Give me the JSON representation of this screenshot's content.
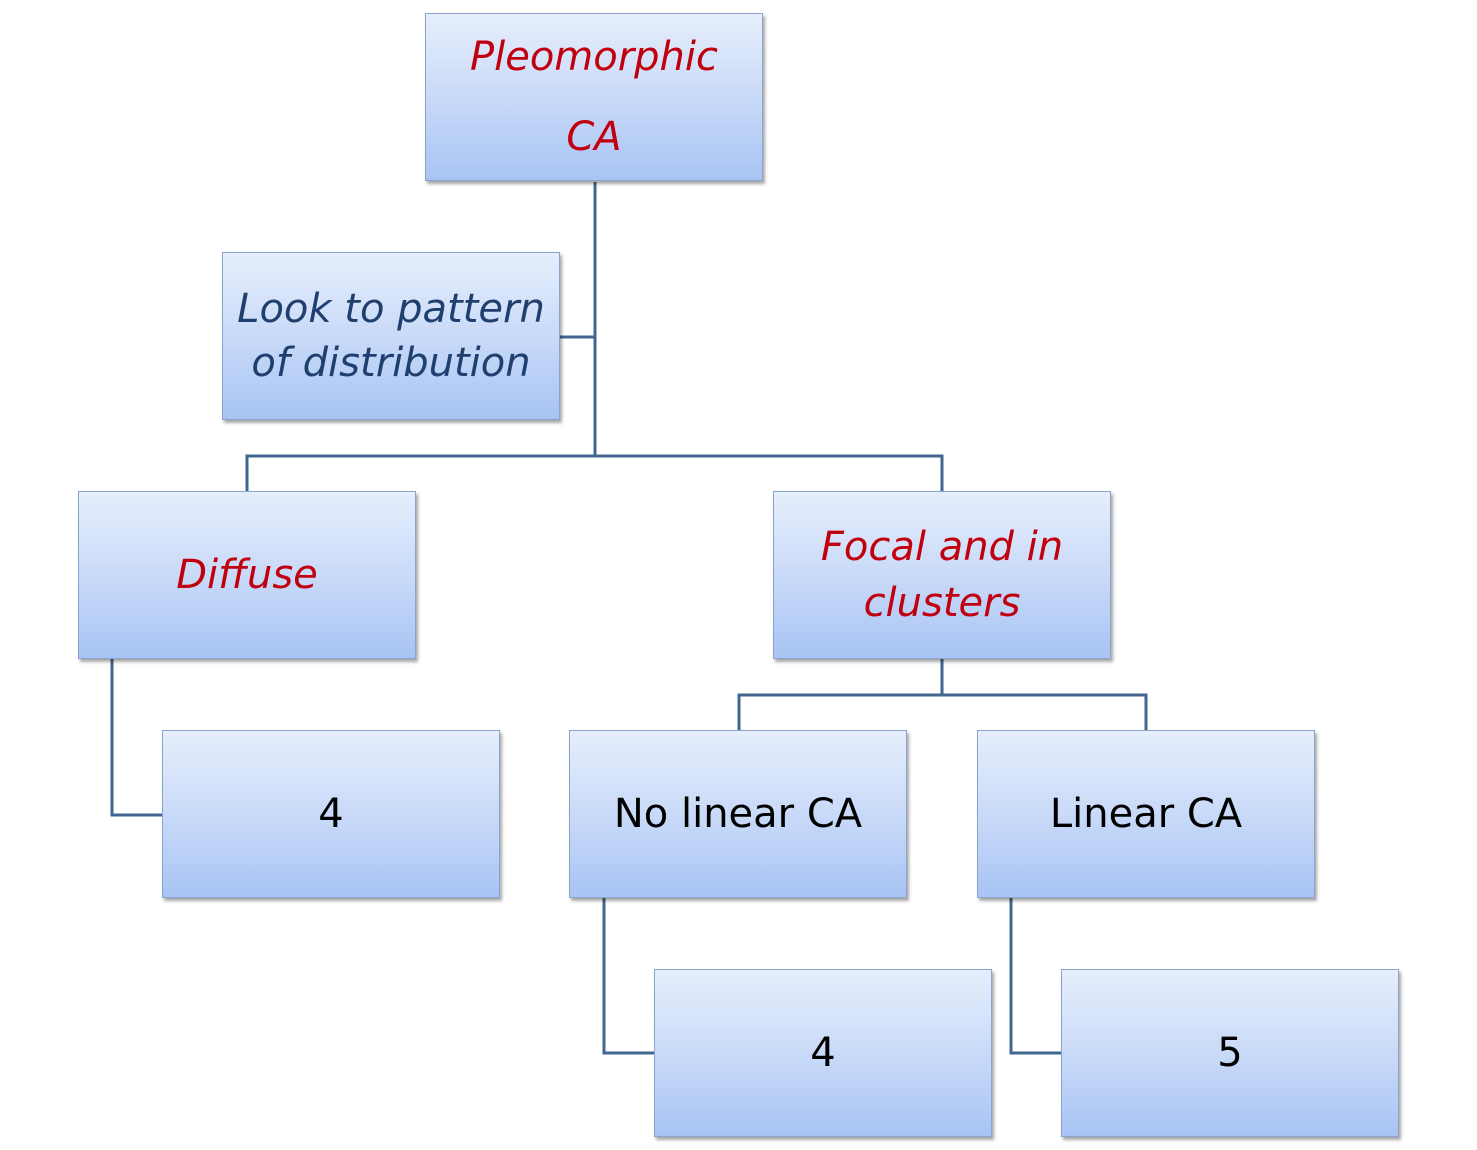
{
  "colors": {
    "connector": "#41668f",
    "red_text": "#c0000e",
    "blue_text": "#1f3f6e",
    "black_text": "#000000"
  },
  "nodes": {
    "root": {
      "label": "Pleomorphic\nCA"
    },
    "hint": {
      "label": "Look to pattern\nof distribution"
    },
    "diffuse": {
      "label": "Diffuse"
    },
    "focal": {
      "label": "Focal and in\nclusters"
    },
    "diffuse_score": {
      "label": "4"
    },
    "no_linear": {
      "label": "No linear CA"
    },
    "linear": {
      "label": "Linear CA"
    },
    "no_linear_score": {
      "label": "4"
    },
    "linear_score": {
      "label": "5"
    }
  }
}
